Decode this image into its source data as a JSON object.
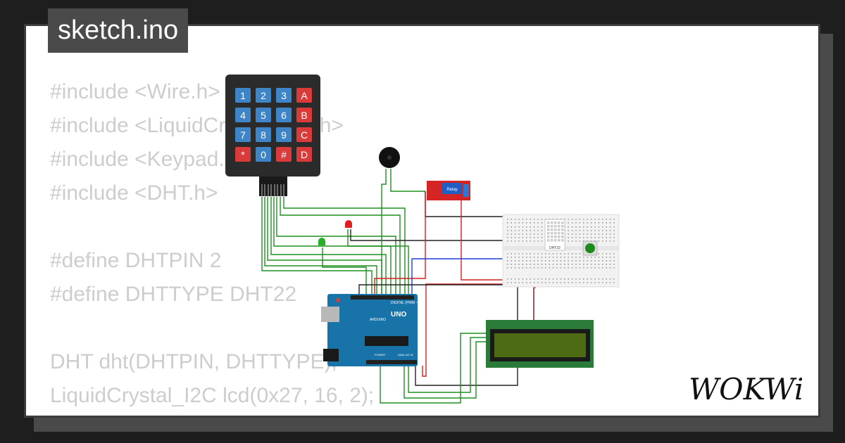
{
  "file_tab": {
    "label": "sketch.ino"
  },
  "code": {
    "lines": [
      "#include <Wire.h>",
      "#include <LiquidCrystal_I2C.h>",
      "#include <Keypad.h>",
      "#include <DHT.h>",
      "",
      "#define DHTPIN 2",
      "#define DHTTYPE DHT22",
      "",
      "DHT dht(DHTPIN, DHTTYPE);",
      "LiquidCrystal_I2C lcd(0x27, 16, 2);"
    ]
  },
  "keypad": {
    "keys": [
      "1",
      "2",
      "3",
      "A",
      "4",
      "5",
      "6",
      "B",
      "7",
      "8",
      "9",
      "C",
      "*",
      "0",
      "#",
      "D"
    ],
    "colors": {
      "digit": "#3d85c6",
      "function": "#d93a3a",
      "body": "#2b2b2b"
    }
  },
  "relay": {
    "label": "Relay"
  },
  "sensor": {
    "label": "DHT22"
  },
  "arduino": {
    "brand": "ARDUINO",
    "model": "UNO",
    "digital_label": "DIGITAL (PWM ~)",
    "power_label": "POWER",
    "analog_label": "ANALOG IN"
  },
  "lcd": {
    "color": "#2a7a3a",
    "screen_color": "#4d6b12"
  },
  "brand": {
    "logo": "WOKWi"
  },
  "colors": {
    "wire_green": "#1f8f1f",
    "wire_red": "#d21f1f",
    "wire_black": "#222222",
    "wire_blue": "#1e3fd1",
    "code_text": "#cdcdcd"
  }
}
